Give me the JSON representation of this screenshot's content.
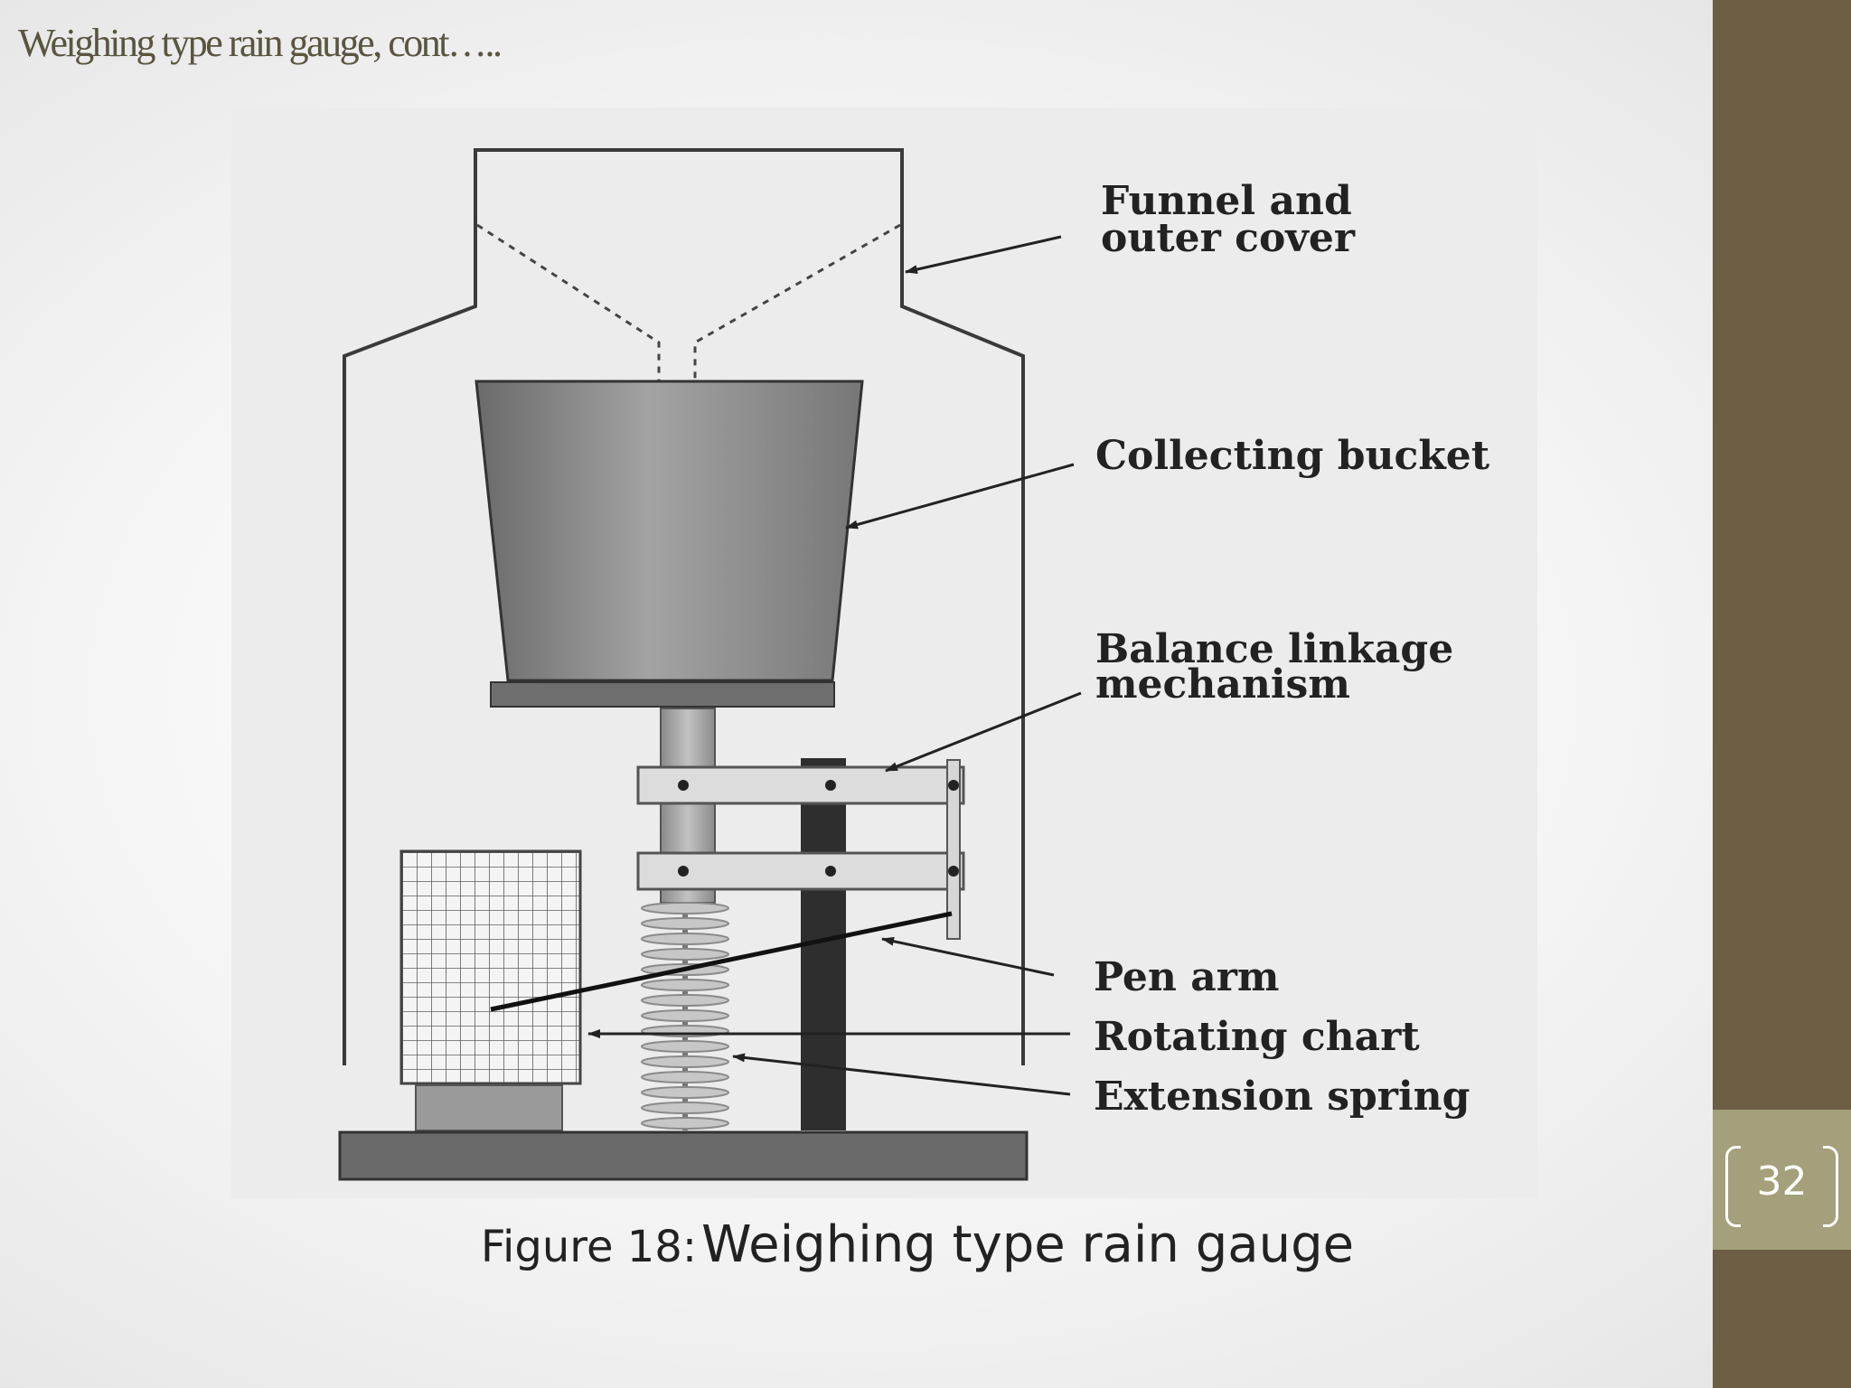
{
  "slide": {
    "title": "Weighing type rain gauge, cont…..",
    "page_number": "32",
    "caption_prefix": "Figure 18:",
    "caption_text": "Weighing type rain gauge"
  },
  "diagram": {
    "labels": {
      "funnel_line1": "Funnel and",
      "funnel_line2": "outer cover",
      "bucket": "Collecting bucket",
      "balance_line1": "Balance linkage",
      "balance_line2": "mechanism",
      "pen_arm": "Pen arm",
      "rotating_chart": "Rotating chart",
      "extension_spring": "Extension spring"
    }
  },
  "colors": {
    "side_bar": "#6b5e43",
    "page_tab": "#a3a07b",
    "title_text": "#5a5540"
  }
}
